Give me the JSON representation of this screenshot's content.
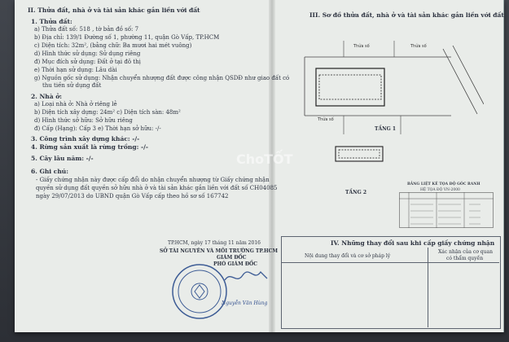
{
  "left": {
    "section2_title": "II. Thửa đất, nhà ở và tài sản khác gắn liền với đất",
    "land_title": "1. Thửa đất:",
    "land_parcel": "a) Thửa đất số:   518   , tờ bản đồ số:   7",
    "land_address": "b) Địa chỉ: 139/1 Đường số 1, phường 11, quận Gò Vấp, TP.HCM",
    "land_area": "c) Diện tích:     32m², (bằng chữ: Ba mươi hai mét vuông)",
    "land_form": "d) Hình thức sử dụng:    Sử dụng riêng",
    "land_purpose": "đ) Mục đích sử dụng:    Đất ở tại đô thị",
    "land_term": "e) Thời hạn sử dụng:    Lâu dài",
    "land_origin_1": "g) Nguồn gốc sử dụng:  Nhận chuyển nhượng đất được công nhận QSDĐ như giao đất có",
    "land_origin_2": "thu tiền sử dụng đất",
    "house_title": "2. Nhà ở:",
    "house_type": "a) Loại nhà ở:     Nhà ở riêng lẻ",
    "house_area": "b) Diện tích xây dựng:   24m²                c) Diện tích sàn:    48m²",
    "house_form": "d) Hình thức sở hữu:      Sở hữu riêng",
    "house_grade": "đ) Cấp (Hạng):  Cấp 3       e) Thời hạn sở hữu:     -/-",
    "other_work": "3. Công trình xây dựng khác:  -/-",
    "forest": "4. Rừng sản xuất là rừng trồng: -/-",
    "perennial": "5. Cây lâu năm:  -/-",
    "notes_title": "6. Ghi chú:",
    "note_1": "- Giấy chứng nhận này được cấp đổi do nhận chuyển nhượng từ Giấy chứng nhận",
    "note_2": "quyền sử dụng đất quyền sở hữu nhà ở và tài sản khác gắn liền với đất số CH04085",
    "note_3": "ngày 29/07/2013 do UBND quận Gò Vấp cấp theo hồ sơ số 167742",
    "sign_date": "TP.HCM, ngày  17  tháng  11   năm 2016",
    "sign_org": "SỞ TÀI NGUYÊN VÀ MÔI TRƯỜNG TP.HCM",
    "sign_role": "GIÁM ĐỐC",
    "sign_role2": "PHÓ GIÁM ĐỐC",
    "signer": "Nguyễn Văn Hùng"
  },
  "right": {
    "section3_title": "III. Sơ đồ thửa đất, nhà ở và tài sản khác gắn liền với đất",
    "floor1": "TẦNG 1",
    "floor2": "TẦNG 2",
    "coords_title": "BẢNG LIỆT KÊ TỌA ĐỘ GÓC RANH",
    "coords_sub": "HỆ TỌA ĐỘ VN-2000",
    "section4_title": "IV. Những thay đổi sau khi cấp giấy chứng nhận",
    "col_content": "Nội dung thay đổi và cơ sở pháp lý",
    "col_confirm_1": "Xác nhận của cơ quan",
    "col_confirm_2": "có thẩm quyền"
  },
  "watermark": "ChoTỐT"
}
